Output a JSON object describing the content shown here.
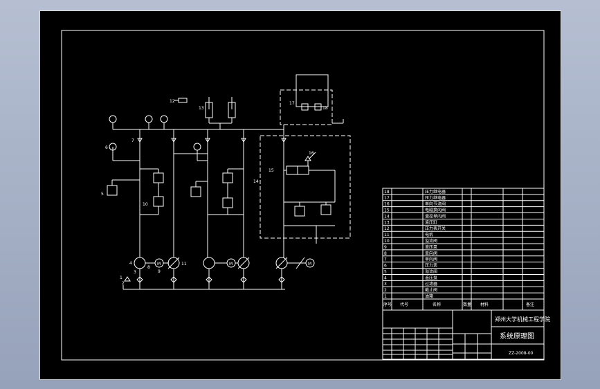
{
  "component_labels": {
    "n1": "1",
    "n2": "2",
    "n3": "3",
    "n4": "4",
    "n5": "5",
    "n6": "6",
    "n7": "7",
    "n8": "8",
    "n9": "9",
    "n10": "10",
    "n11": "11",
    "n12": "12",
    "n13": "13",
    "n14": "14",
    "n15": "15",
    "n16": "16",
    "n17": "17",
    "n18": "18"
  },
  "parts_rows": [
    {
      "no": "18",
      "name": "压力继电器"
    },
    {
      "no": "17",
      "name": "压力继电器"
    },
    {
      "no": "16",
      "name": "单向节流阀"
    },
    {
      "no": "15",
      "name": "电磁换向阀"
    },
    {
      "no": "14",
      "name": "液控单向阀"
    },
    {
      "no": "13",
      "name": "液压缸"
    },
    {
      "no": "12",
      "name": "压力表开关"
    },
    {
      "no": "11",
      "name": "电机"
    },
    {
      "no": "10",
      "name": "溢流阀"
    },
    {
      "no": "9",
      "name": "液压泵"
    },
    {
      "no": "8",
      "name": "单向阀"
    },
    {
      "no": "7",
      "name": "单向阀"
    },
    {
      "no": "6",
      "name": "压力表"
    },
    {
      "no": "5",
      "name": "溢流阀"
    },
    {
      "no": "4",
      "name": "液压泵"
    },
    {
      "no": "3",
      "name": "过滤器"
    },
    {
      "no": "2",
      "name": "截止阀"
    },
    {
      "no": "1",
      "name": "油箱"
    }
  ],
  "parts_header": {
    "no": "序号",
    "code": "代号",
    "name": "名称",
    "qty": "数量",
    "material": "材料",
    "note": "备注"
  },
  "title_block": {
    "school": "郑州大学机械工程学院",
    "drawing_title": "系统原理图",
    "drawing_no": "ZZ-2008-00"
  }
}
